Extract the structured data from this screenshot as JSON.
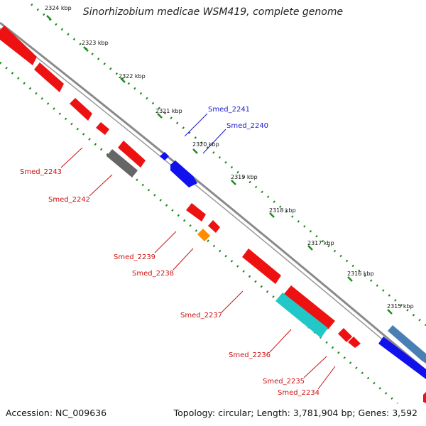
{
  "title": "Sinorhizobium medicae WSM419, complete genome",
  "footer": {
    "accession": "Accession: NC_009636",
    "topology": "Topology: circular; Length: 3,781,904 bp; Genes: 3,592"
  },
  "colors": {
    "backbone": "#8a8a8a",
    "tick": "#1b8a1b",
    "forward_label": "#1a1acc",
    "reverse_label": "#cc1111",
    "red_gene": "#ee1111",
    "blue_gene": "#1111ee",
    "gray_gene": "#666666",
    "orange_gene": "#ff8c00",
    "cyan_gene": "#22c8c8",
    "steel_gene": "#4a7fb5"
  },
  "ticks": [
    {
      "label": "2324 kbp"
    },
    {
      "label": "2323 kbp"
    },
    {
      "label": "2322 kbp"
    },
    {
      "label": "2321 kbp"
    },
    {
      "label": "2320 kbp"
    },
    {
      "label": "2319 kbp"
    },
    {
      "label": "2318 kbp"
    },
    {
      "label": "2317 kbp"
    },
    {
      "label": "2316 kbp"
    },
    {
      "label": "2315 kbp"
    }
  ],
  "gene_labels": [
    {
      "text": "Smed_2241",
      "strand": "forward"
    },
    {
      "text": "Smed_2240",
      "strand": "forward"
    },
    {
      "text": "Smed_2243",
      "strand": "reverse"
    },
    {
      "text": "Smed_2242",
      "strand": "reverse"
    },
    {
      "text": "Smed_2239",
      "strand": "reverse"
    },
    {
      "text": "Smed_2238",
      "strand": "reverse"
    },
    {
      "text": "Smed_2237",
      "strand": "reverse"
    },
    {
      "text": "Smed_2236",
      "strand": "reverse"
    },
    {
      "text": "Smed_2235",
      "strand": "reverse"
    },
    {
      "text": "Smed_2234",
      "strand": "reverse"
    }
  ]
}
